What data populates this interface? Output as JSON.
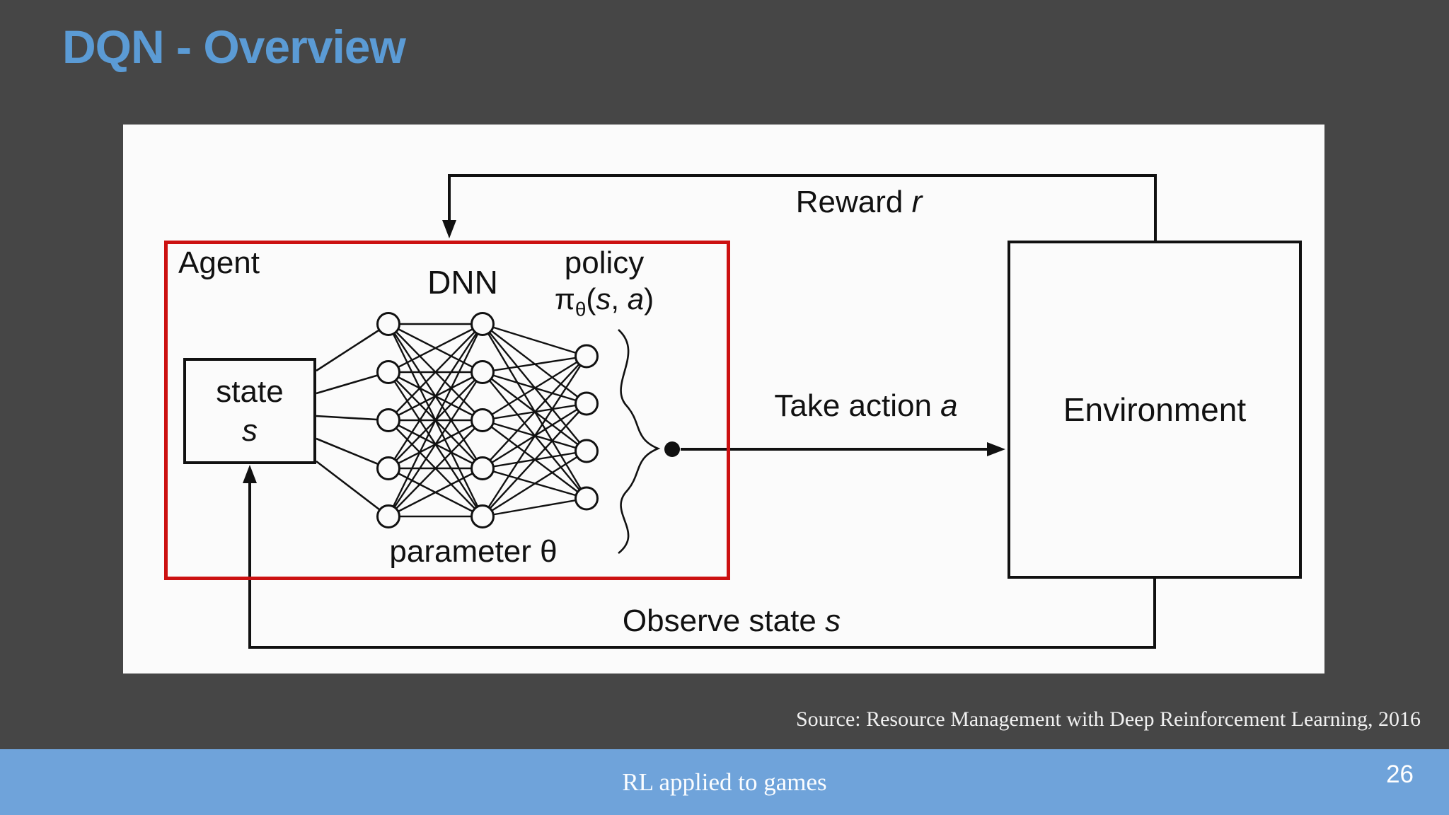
{
  "slide": {
    "title": "DQN - Overview"
  },
  "diagram": {
    "agent_label": "Agent",
    "dnn_label": "DNN",
    "policy_label": "policy",
    "policy_formula": {
      "pi": "π",
      "sub": "θ",
      "open": "(",
      "s": "s",
      "sep": ", ",
      "a": "a",
      "close": ")"
    },
    "state_box": {
      "line1": "state",
      "line2": "s"
    },
    "parameter_label": "parameter θ",
    "environment_label": "Environment",
    "reward": {
      "prefix": "Reward ",
      "var": "r"
    },
    "take_action": {
      "prefix": "Take action ",
      "var": "a"
    },
    "observe": {
      "prefix": "Observe state ",
      "var": "s"
    },
    "network": {
      "layers": [
        5,
        5,
        4
      ]
    }
  },
  "source_text": "Source: Resource Management with Deep Reinforcement Learning, 2016",
  "footer": {
    "text": "RL applied to games",
    "page": "26"
  },
  "colors": {
    "background": "#464646",
    "panel": "#fbfbfb",
    "title_blue": "#5b9bd5",
    "footer_blue": "#6fa3da",
    "agent_red": "#cc1111",
    "ink": "#111111"
  }
}
